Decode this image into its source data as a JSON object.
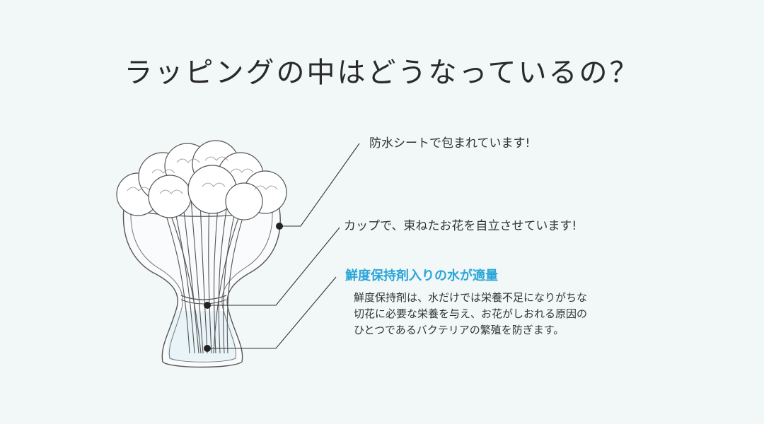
{
  "title": "ラッピングの中はどうなっているの？",
  "callouts": {
    "sheet": "防水シートで包まれています!",
    "cup": "カップで、束ねたお花を自立させています!",
    "water_heading": "鮮度保持剤入りの水が適量",
    "water_desc": [
      "鮮度保持剤は、水だけでは栄養不足になりがちな",
      "切花に必要な栄養を与え、お花がしおれる原因の",
      "ひとつであるバクテリアの繁殖を防ぎます。"
    ]
  },
  "colors": {
    "background": "#f2f7f8",
    "line": "#333333",
    "accent": "#2aa6d8",
    "water": "#cfe7f2"
  }
}
